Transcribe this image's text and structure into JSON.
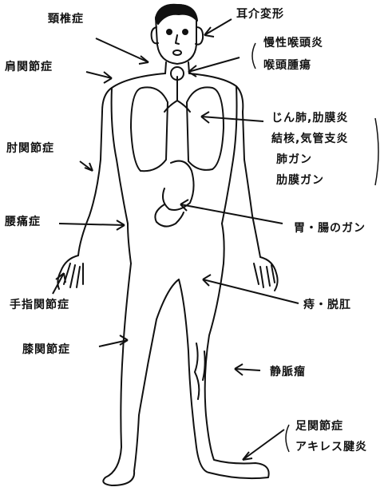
{
  "labels": {
    "cervical": "頸椎症",
    "ear": "耳介変形",
    "throat_1": "慢性喉頭炎",
    "throat_2": "喉頭腫瘍",
    "shoulder": "肩関節症",
    "lung_1": "じん肺,肋膜炎",
    "lung_2": "結核,気管支炎",
    "lung_3": "肺ガン",
    "lung_4": "肋膜ガン",
    "elbow": "肘関節症",
    "lumbago": "腰痛症",
    "stomach": "胃・腸のガン",
    "finger": "手指関節症",
    "hemorrhoid": "痔・脱肛",
    "knee": "膝関節症",
    "varix": "静脈瘤",
    "ankle_1": "足関節症",
    "ankle_2": "アキレス腱炎"
  },
  "colors": {
    "ink": "#111111",
    "paper": "#ffffff"
  }
}
